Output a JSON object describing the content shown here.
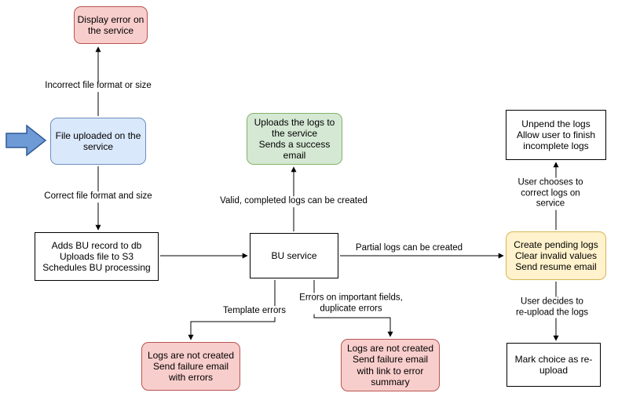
{
  "diagram": {
    "nodes": {
      "display_error": {
        "label": "Display error on the service"
      },
      "file_uploaded": {
        "label": "File uploaded on the service"
      },
      "adds_bu_record": {
        "label": "Adds BU record to db\nUploads file to S3\nSchedules BU processing"
      },
      "bu_service": {
        "label": "BU service"
      },
      "uploads_logs": {
        "label": "Uploads the logs to the service\nSends a success email"
      },
      "unpend_logs": {
        "label": "Unpend the logs\nAllow user to finish incomplete logs"
      },
      "create_pending": {
        "label": "Create pending logs\nClear invalid values\nSend resume email"
      },
      "mark_choice": {
        "label": "Mark choice as re-upload"
      },
      "logs_not_created_template": {
        "label": "Logs are not created\nSend failure email with errors"
      },
      "logs_not_created_fields": {
        "label": "Logs are not created\nSend failure email with link to error summary"
      }
    },
    "edge_labels": {
      "incorrect_format": "Incorrect file format or size",
      "correct_format": "Correct file format and size",
      "valid_logs": "Valid, completed logs can be created",
      "partial_logs": "Partial logs can be created",
      "correct_on_service": "User chooses to correct logs on service",
      "reupload": "User decides to re-upload the logs",
      "template_errors": "Template errors",
      "field_errors": "Errors on important fields,\nduplicate errors"
    },
    "colors": {
      "pink_fill": "#f8cecc",
      "pink_border": "#b85450",
      "blue_fill": "#dae8fc",
      "blue_border": "#6c8ebf",
      "green_fill": "#d5e8d4",
      "green_border": "#82b366",
      "yellow_fill": "#fff2cc",
      "yellow_border": "#d6b656",
      "white_fill": "#ffffff",
      "edge_stroke": "#000000",
      "pointer_fill": "#6e9ad6",
      "pointer_border": "#2f5b94"
    }
  }
}
